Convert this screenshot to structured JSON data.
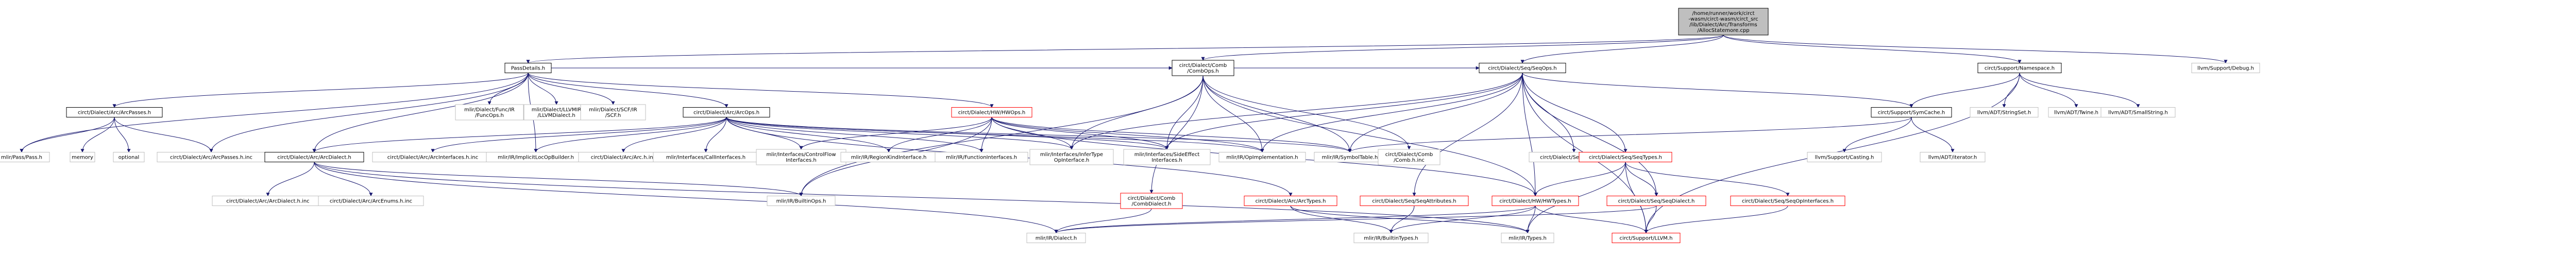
{
  "colors": {
    "edge": "#191970",
    "node_border": "#000000",
    "node_fill": "#ffffff",
    "root_fill": "#bfbfbf",
    "red_border": "#ff0000",
    "grey_border": "#bfbfbf"
  },
  "nodes": [
    {
      "id": "root",
      "lines": [
        "/home/runner/work/circt",
        "-wasm/circt-wasm/circt_src",
        "/lib/Dialect/Arc/Transforms",
        "/AllocStatemore.cpp"
      ],
      "style": "root"
    },
    {
      "id": "passdetail",
      "lines": [
        "PassDetails.h"
      ],
      "style": "normal"
    },
    {
      "id": "comb_ops",
      "lines": [
        "circt/Dialect/Comb",
        "/CombOps.h"
      ],
      "style": "normal"
    },
    {
      "id": "seq_ops",
      "lines": [
        "circt/Dialect/Seq/SeqOps.h"
      ],
      "style": "normal"
    },
    {
      "id": "symbolnamespace",
      "lines": [
        "circt/Support/Namespace.h"
      ],
      "style": "normal"
    },
    {
      "id": "llvm_debug",
      "lines": [
        "llvm/Support/Debug.h"
      ],
      "style": "grey"
    },
    {
      "id": "arc_passes",
      "lines": [
        "circt/Dialect/Arc/ArcPasses.h"
      ],
      "style": "normal"
    },
    {
      "id": "func_ops",
      "lines": [
        "mlir/Dialect/Func/IR",
        "/FuncOps.h"
      ],
      "style": "grey"
    },
    {
      "id": "llvm_dialect",
      "lines": [
        "mlir/Dialect/LLVMIR",
        "/LLVMDialect.h"
      ],
      "style": "grey"
    },
    {
      "id": "scf_ir",
      "lines": [
        "mlir/Dialect/SCF/IR",
        "/SCF.h"
      ],
      "style": "grey"
    },
    {
      "id": "arc_ops",
      "lines": [
        "circt/Dialect/Arc/ArcOps.h"
      ],
      "style": "normal"
    },
    {
      "id": "hw_ops",
      "lines": [
        "circt/Dialect/HW/HWOps.h"
      ],
      "style": "red"
    },
    {
      "id": "mlir_pass",
      "lines": [
        "mlir/Pass/Pass.h"
      ],
      "style": "grey"
    },
    {
      "id": "memory",
      "lines": [
        "memory"
      ],
      "style": "grey"
    },
    {
      "id": "optional",
      "lines": [
        "optional"
      ],
      "style": "grey"
    },
    {
      "id": "arc_passes_inc",
      "lines": [
        "circt/Dialect/Arc/ArcPasses.h.inc"
      ],
      "style": "grey"
    },
    {
      "id": "arc_dialect",
      "lines": [
        "circt/Dialect/Arc/ArcDialect.h"
      ],
      "style": "normal"
    },
    {
      "id": "arc_interfaces_inc",
      "lines": [
        "circt/Dialect/Arc/ArcInterfaces.h.inc"
      ],
      "style": "grey"
    },
    {
      "id": "implicit_loc",
      "lines": [
        "mlir/IR/ImplicitLocOpBuilder.h"
      ],
      "style": "grey"
    },
    {
      "id": "arc_h_inc",
      "lines": [
        "circt/Dialect/Arc/Arc.h.inc"
      ],
      "style": "grey"
    },
    {
      "id": "call_interfaces",
      "lines": [
        "mlir/Interfaces/CallInterfaces.h"
      ],
      "style": "grey"
    },
    {
      "id": "control_flow",
      "lines": [
        "mlir/Interfaces/ControlFlow",
        "Interfaces.h"
      ],
      "style": "grey"
    },
    {
      "id": "region_kind",
      "lines": [
        "mlir/IR/RegionKindInterface.h"
      ],
      "style": "grey"
    },
    {
      "id": "function_interfaces",
      "lines": [
        "mlir/IR/FunctionInterfaces.h"
      ],
      "style": "grey"
    },
    {
      "id": "infer_type",
      "lines": [
        "mlir/Interfaces/InferType",
        "OpInterface.h"
      ],
      "style": "grey"
    },
    {
      "id": "side_effect",
      "lines": [
        "mlir/Interfaces/SideEffect",
        "Interfaces.h"
      ],
      "style": "grey"
    },
    {
      "id": "op_impl",
      "lines": [
        "mlir/IR/OpImplementation.h"
      ],
      "style": "grey"
    },
    {
      "id": "symbol_table",
      "lines": [
        "mlir/IR/SymbolTable.h"
      ],
      "style": "grey"
    },
    {
      "id": "comb_comb",
      "lines": [
        "circt/Dialect/Comb",
        "/Comb.h.inc"
      ],
      "style": "grey"
    },
    {
      "id": "seq_h_inc",
      "lines": [
        "circt/Dialect/Seq/Seq.h.inc"
      ],
      "style": "grey"
    },
    {
      "id": "sym_cache",
      "lines": [
        "circt/Support/SymCache.h"
      ],
      "style": "normal"
    },
    {
      "id": "string_set",
      "lines": [
        "llvm/ADT/StringSet.h"
      ],
      "style": "grey"
    },
    {
      "id": "twine",
      "lines": [
        "llvm/ADT/Twine.h"
      ],
      "style": "grey"
    },
    {
      "id": "small_string",
      "lines": [
        "llvm/ADT/SmallString.h"
      ],
      "style": "grey"
    },
    {
      "id": "arc_dialect_inc",
      "lines": [
        "circt/Dialect/Arc/ArcDialect.h.inc"
      ],
      "style": "grey"
    },
    {
      "id": "arc_enums_inc",
      "lines": [
        "circt/Dialect/Arc/ArcEnums.h.inc"
      ],
      "style": "grey"
    },
    {
      "id": "builtin_ops",
      "lines": [
        "mlir/IR/BuiltinOps.h"
      ],
      "style": "grey"
    },
    {
      "id": "comb_dialect",
      "lines": [
        "circt/Dialect/Comb",
        "/CombDialect.h"
      ],
      "style": "red"
    },
    {
      "id": "arc_types",
      "lines": [
        "circt/Dialect/Arc/ArcTypes.h"
      ],
      "style": "red"
    },
    {
      "id": "seq_attrs",
      "lines": [
        "circt/Dialect/Seq/SeqAttributes.h"
      ],
      "style": "red"
    },
    {
      "id": "hw_types",
      "lines": [
        "circt/Dialect/HW/HWTypes.h"
      ],
      "style": "red"
    },
    {
      "id": "seq_dialect",
      "lines": [
        "circt/Dialect/Seq/SeqDialect.h"
      ],
      "style": "red"
    },
    {
      "id": "seq_types",
      "lines": [
        "circt/Dialect/Seq/SeqTypes.h"
      ],
      "style": "red"
    },
    {
      "id": "seq_op_interfaces",
      "lines": [
        "circt/Dialect/Seq/SeqOpInterfaces.h"
      ],
      "style": "red"
    },
    {
      "id": "casting",
      "lines": [
        "llvm/Support/Casting.h"
      ],
      "style": "grey"
    },
    {
      "id": "iterator",
      "lines": [
        "llvm/ADT/iterator.h"
      ],
      "style": "grey"
    },
    {
      "id": "mlir_dialect",
      "lines": [
        "mlir/IR/Dialect.h"
      ],
      "style": "grey"
    },
    {
      "id": "builtin_types",
      "lines": [
        "mlir/IR/BuiltinTypes.h"
      ],
      "style": "grey"
    },
    {
      "id": "mlir_types",
      "lines": [
        "mlir/IR/Types.h"
      ],
      "style": "grey"
    },
    {
      "id": "support_llvm",
      "lines": [
        "circt/Support/LLVM.h"
      ],
      "style": "red"
    }
  ],
  "edges": [
    [
      "root",
      "passdetail"
    ],
    [
      "root",
      "comb_ops"
    ],
    [
      "root",
      "seq_ops"
    ],
    [
      "root",
      "symbolnamespace"
    ],
    [
      "root",
      "llvm_debug"
    ],
    [
      "passdetail",
      "arc_passes"
    ],
    [
      "passdetail",
      "func_ops"
    ],
    [
      "passdetail",
      "llvm_dialect"
    ],
    [
      "passdetail",
      "scf_ir"
    ],
    [
      "passdetail",
      "arc_ops"
    ],
    [
      "passdetail",
      "hw_ops"
    ],
    [
      "passdetail",
      "comb_ops"
    ],
    [
      "passdetail",
      "seq_ops"
    ],
    [
      "passdetail",
      "mlir_pass"
    ],
    [
      "passdetail",
      "arc_dialect"
    ],
    [
      "passdetail",
      "implicit_loc"
    ],
    [
      "passdetail",
      "arc_passes_inc"
    ],
    [
      "arc_passes",
      "mlir_pass"
    ],
    [
      "arc_passes",
      "memory"
    ],
    [
      "arc_passes",
      "optional"
    ],
    [
      "arc_passes",
      "arc_passes_inc"
    ],
    [
      "arc_ops",
      "arc_dialect"
    ],
    [
      "arc_ops",
      "arc_interfaces_inc"
    ],
    [
      "arc_ops",
      "implicit_loc"
    ],
    [
      "arc_ops",
      "arc_h_inc"
    ],
    [
      "arc_ops",
      "call_interfaces"
    ],
    [
      "arc_ops",
      "control_flow"
    ],
    [
      "arc_ops",
      "region_kind"
    ],
    [
      "arc_ops",
      "function_interfaces"
    ],
    [
      "arc_ops",
      "infer_type"
    ],
    [
      "arc_ops",
      "side_effect"
    ],
    [
      "arc_ops",
      "op_impl"
    ],
    [
      "arc_ops",
      "symbol_table"
    ],
    [
      "arc_ops",
      "arc_types"
    ],
    [
      "arc_dialect",
      "arc_dialect_inc"
    ],
    [
      "arc_dialect",
      "arc_enums_inc"
    ],
    [
      "arc_dialect",
      "builtin_ops"
    ],
    [
      "arc_dialect",
      "mlir_dialect"
    ],
    [
      "arc_dialect",
      "mlir_types"
    ],
    [
      "hw_ops",
      "control_flow"
    ],
    [
      "hw_ops",
      "region_kind"
    ],
    [
      "hw_ops",
      "function_interfaces"
    ],
    [
      "hw_ops",
      "infer_type"
    ],
    [
      "hw_ops",
      "side_effect"
    ],
    [
      "hw_ops",
      "op_impl"
    ],
    [
      "hw_ops",
      "symbol_table"
    ],
    [
      "hw_ops",
      "builtin_ops"
    ],
    [
      "hw_ops",
      "hw_types"
    ],
    [
      "comb_ops",
      "infer_type"
    ],
    [
      "comb_ops",
      "side_effect"
    ],
    [
      "comb_ops",
      "op_impl"
    ],
    [
      "comb_ops",
      "symbol_table"
    ],
    [
      "comb_ops",
      "comb_comb"
    ],
    [
      "comb_ops",
      "builtin_ops"
    ],
    [
      "comb_ops",
      "comb_dialect"
    ],
    [
      "comb_ops",
      "hw_types"
    ],
    [
      "seq_ops",
      "infer_type"
    ],
    [
      "seq_ops",
      "side_effect"
    ],
    [
      "seq_ops",
      "op_impl"
    ],
    [
      "seq_ops",
      "symbol_table"
    ],
    [
      "seq_ops",
      "seq_h_inc"
    ],
    [
      "seq_ops",
      "sym_cache"
    ],
    [
      "seq_ops",
      "seq_attrs"
    ],
    [
      "seq_ops",
      "hw_types"
    ],
    [
      "seq_ops",
      "seq_dialect"
    ],
    [
      "seq_ops",
      "seq_types"
    ],
    [
      "seq_ops",
      "support_llvm"
    ],
    [
      "symbolnamespace",
      "sym_cache"
    ],
    [
      "symbolnamespace",
      "string_set"
    ],
    [
      "symbolnamespace",
      "twine"
    ],
    [
      "symbolnamespace",
      "small_string"
    ],
    [
      "symbolnamespace",
      "support_llvm"
    ],
    [
      "sym_cache",
      "symbol_table"
    ],
    [
      "sym_cache",
      "casting"
    ],
    [
      "sym_cache",
      "iterator"
    ],
    [
      "comb_dialect",
      "mlir_dialect"
    ],
    [
      "arc_types",
      "builtin_types"
    ],
    [
      "arc_types",
      "mlir_types"
    ],
    [
      "seq_attrs",
      "builtin_types"
    ],
    [
      "hw_types",
      "builtin_types"
    ],
    [
      "hw_types",
      "mlir_types"
    ],
    [
      "hw_types",
      "support_llvm"
    ],
    [
      "hw_types",
      "mlir_dialect"
    ],
    [
      "seq_dialect",
      "mlir_dialect"
    ],
    [
      "seq_dialect",
      "support_llvm"
    ],
    [
      "seq_types",
      "hw_types"
    ],
    [
      "seq_types",
      "seq_dialect"
    ],
    [
      "seq_types",
      "seq_op_interfaces"
    ],
    [
      "seq_types",
      "mlir_types"
    ],
    [
      "seq_types",
      "support_llvm"
    ],
    [
      "seq_op_interfaces",
      "support_llvm"
    ]
  ]
}
